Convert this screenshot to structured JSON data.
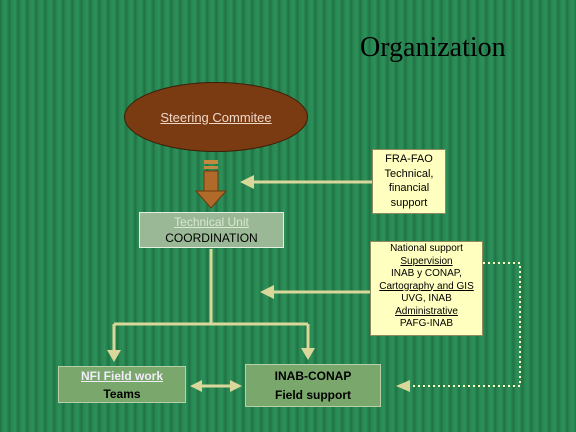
{
  "title": "Organization",
  "steering": {
    "label": "Steering Commitee"
  },
  "technical_unit": {
    "line1": "Technical Unit",
    "line2": "COORDINATION"
  },
  "fra_fao": {
    "lines": [
      "FRA-FAO",
      "Technical,",
      "financial",
      "support"
    ]
  },
  "national_support": {
    "line1": "National support",
    "line2": "Supervision",
    "line3": "INAB y CONAP,",
    "line4": "Cartography and GIS",
    "line5": "UVG,  INAB",
    "line6": "Administrative",
    "line7": "PAFG-INAB"
  },
  "nfi": {
    "line1": "NFI Field work",
    "line2": "Teams"
  },
  "inab_conap": {
    "line1": "INAB-CONAP",
    "line2": "Field  support"
  },
  "colors": {
    "background": "#2a8a55",
    "steering_fill": "#7a3a12",
    "arrow_brown": "#b06a2a",
    "connector": "#d9d79a",
    "yellow_box": "#ffffc0",
    "green_box": "#7aa86c"
  }
}
